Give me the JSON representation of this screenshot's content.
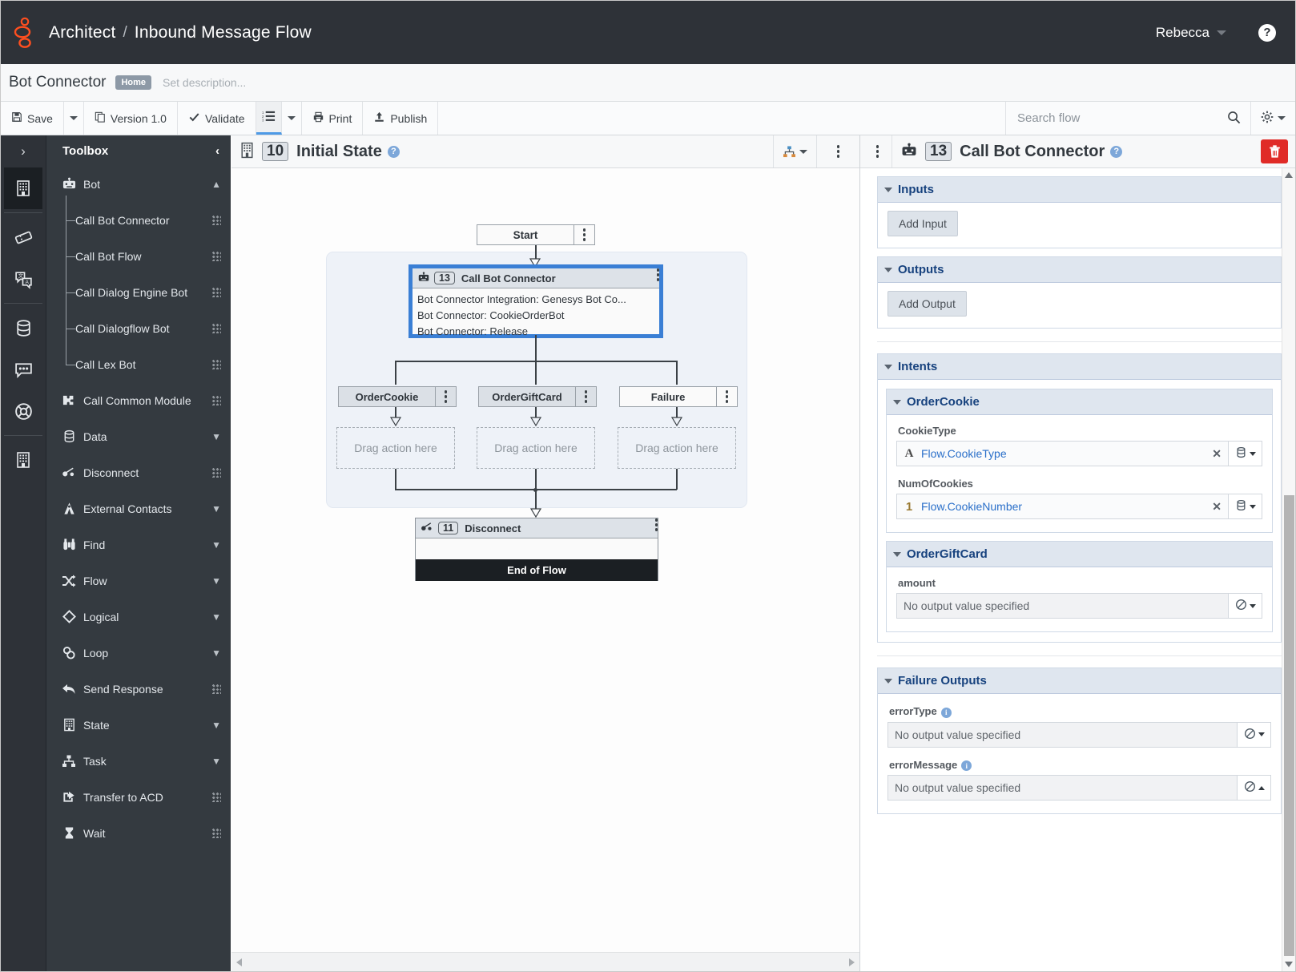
{
  "navbar": {
    "app_name": "Architect",
    "separator": "/",
    "flow_type": "Inbound Message Flow",
    "user": "Rebecca",
    "help_label": "?"
  },
  "flowbar": {
    "flow_name": "Bot Connector",
    "badge": "Home",
    "description_placeholder": "Set description..."
  },
  "toolbar": {
    "save_label": "Save",
    "version_label": "Version 1.0",
    "validate_label": "Validate",
    "print_label": "Print",
    "publish_label": "Publish",
    "search_placeholder": "Search flow"
  },
  "toolbox": {
    "title": "Toolbox",
    "items": [
      {
        "label": "Bot",
        "icon": "bot-icon",
        "expanded": true,
        "type": "group"
      },
      {
        "label": "Call Bot Connector",
        "icon": "none",
        "type": "child"
      },
      {
        "label": "Call Bot Flow",
        "icon": "none",
        "type": "child"
      },
      {
        "label": "Call Dialog Engine Bot",
        "icon": "none",
        "type": "child"
      },
      {
        "label": "Call Dialogflow Bot",
        "icon": "none",
        "type": "child"
      },
      {
        "label": "Call Lex Bot",
        "icon": "none",
        "type": "child"
      },
      {
        "label": "Call Common Module",
        "icon": "module-icon",
        "type": "action"
      },
      {
        "label": "Data",
        "icon": "database-icon",
        "type": "group",
        "expanded": false
      },
      {
        "label": "Disconnect",
        "icon": "disconnect-icon",
        "type": "action"
      },
      {
        "label": "External Contacts",
        "icon": "contacts-icon",
        "type": "group",
        "expanded": false
      },
      {
        "label": "Find",
        "icon": "binoculars-icon",
        "type": "group",
        "expanded": false
      },
      {
        "label": "Flow",
        "icon": "shuffle-icon",
        "type": "group",
        "expanded": false
      },
      {
        "label": "Logical",
        "icon": "diamond-icon",
        "type": "group",
        "expanded": false
      },
      {
        "label": "Loop",
        "icon": "loop-icon",
        "type": "group",
        "expanded": false
      },
      {
        "label": "Send Response",
        "icon": "reply-icon",
        "type": "action"
      },
      {
        "label": "State",
        "icon": "state-icon",
        "type": "group",
        "expanded": false
      },
      {
        "label": "Task",
        "icon": "task-icon",
        "type": "group",
        "expanded": false
      },
      {
        "label": "Transfer to ACD",
        "icon": "transfer-icon",
        "type": "action"
      },
      {
        "label": "Wait",
        "icon": "hourglass-icon",
        "type": "action"
      }
    ]
  },
  "canvas": {
    "state_number": "10",
    "state_title": "Initial State",
    "nodes": {
      "start": {
        "label": "Start"
      },
      "bot_connector": {
        "number": "13",
        "title": "Call Bot Connector",
        "lines": [
          "Bot Connector Integration: Genesys Bot Co...",
          "Bot Connector: CookieOrderBot",
          "Bot Connector: Release"
        ]
      },
      "outcomes": [
        {
          "label": "OrderCookie",
          "dropzone": "Drag action here"
        },
        {
          "label": "OrderGiftCard",
          "dropzone": "Drag action here"
        },
        {
          "label": "Failure",
          "dropzone": "Drag action here"
        }
      ],
      "disconnect": {
        "number": "11",
        "title": "Disconnect",
        "footer": "End of Flow"
      }
    }
  },
  "rpanel": {
    "number": "13",
    "title": "Call Bot Connector",
    "sections": {
      "inputs": {
        "title": "Inputs",
        "button": "Add Input"
      },
      "outputs": {
        "title": "Outputs",
        "button": "Add Output"
      },
      "intents": {
        "title": "Intents"
      },
      "failure_outputs": {
        "title": "Failure Outputs"
      }
    },
    "intents": [
      {
        "name": "OrderCookie",
        "fields": [
          {
            "label": "CookieType",
            "type_icon": "A",
            "value": "Flow.CookieType",
            "has_clear": true,
            "side_icon": "database-icon"
          },
          {
            "label": "NumOfCookies",
            "type_icon": "1",
            "value": "Flow.CookieNumber",
            "has_clear": true,
            "side_icon": "database-icon"
          }
        ]
      },
      {
        "name": "OrderGiftCard",
        "fields": [
          {
            "label": "amount",
            "type_icon": "",
            "value": "No output value specified",
            "readonly": true,
            "has_clear": false,
            "side_icon": "no-value-icon"
          }
        ]
      }
    ],
    "failure_fields": [
      {
        "label": "errorType",
        "info": true,
        "value": "No output value specified",
        "readonly": true,
        "side_icon": "no-value-icon",
        "caret": "down"
      },
      {
        "label": "errorMessage",
        "info": true,
        "value": "No output value specified",
        "readonly": true,
        "side_icon": "no-value-icon",
        "caret": "up"
      }
    ]
  },
  "colors": {
    "navbar_bg": "#2e3238",
    "toolbox_bg": "#343a40",
    "accent_blue": "#3a7fd5",
    "section_header": "#17427e",
    "delete_red": "#e02b27",
    "logo_orange": "#ff4f1f"
  }
}
